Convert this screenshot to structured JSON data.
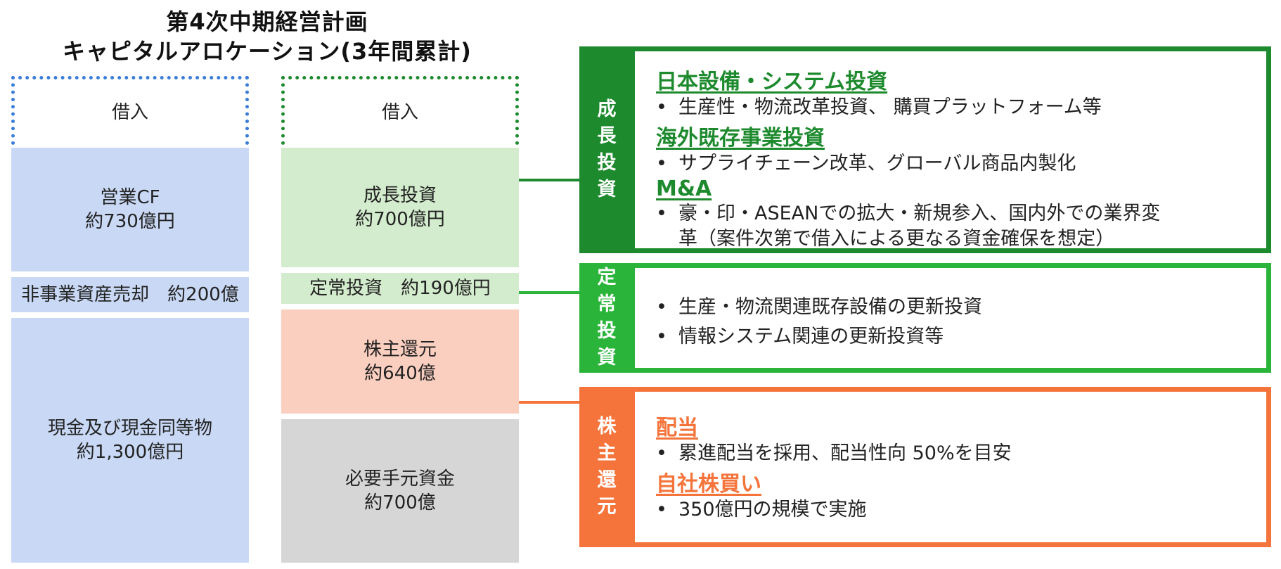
{
  "title": {
    "line1": "第4次中期経営計画",
    "line2": "キャピタルアロケーション(3年間累計)"
  },
  "sources": {
    "borrow": "借入",
    "operating_cf": {
      "label": "営業CF",
      "value": "約730億円"
    },
    "asset_sale": "非事業資産売却　約200億",
    "cash": {
      "label": "現金及び現金同等物",
      "value": "約1,300億円"
    }
  },
  "uses": {
    "borrow": "借入",
    "growth": {
      "label": "成長投資",
      "value": "約700億円"
    },
    "regular": "定常投資　約190億円",
    "return": {
      "label": "株主還元",
      "value": "約640億"
    },
    "cash_needed": {
      "label": "必要手元資金",
      "value": "約700億"
    }
  },
  "panels": {
    "growth": {
      "tab": [
        "成",
        "長",
        "投",
        "資"
      ],
      "color": "#1e8a2e",
      "sections": [
        {
          "heading": "日本設備・システム投資",
          "bullets": [
            "生産性・物流改革投資、 購買プラットフォーム等"
          ]
        },
        {
          "heading": "海外既存事業投資",
          "bullets": [
            "サプライチェーン改革、グローバル商品内製化"
          ]
        },
        {
          "heading": "M&A",
          "bullets": [
            "豪・印・ASEANでの拡大・新規参入、国内外での業界変"
          ],
          "continuation": "革（案件次第で借入による更なる資金確保を想定）"
        }
      ]
    },
    "regular": {
      "tab": [
        "定",
        "常",
        "投",
        "資"
      ],
      "color": "#2ab53a",
      "bullets": [
        "生産・物流関連既存設備の更新投資",
        "情報システム関連の更新投資等"
      ]
    },
    "return": {
      "tab": [
        "株",
        "主",
        "還",
        "元"
      ],
      "color": "#f4743b",
      "sections": [
        {
          "heading": "配当",
          "bullets": [
            "累進配当を採用、配当性向 50%を目安"
          ]
        },
        {
          "heading": "自社株買い",
          "bullets": [
            "350億円の規模で実施"
          ]
        }
      ]
    }
  },
  "colors": {
    "blue_fill": "#c9d9f5",
    "green_fill": "#d4ecce",
    "salmon_fill": "#fbcfc0",
    "gray_fill": "#d6d6d6",
    "growth_green": "#1e8a2e",
    "regular_green": "#2ab53a",
    "orange": "#f4743b"
  }
}
